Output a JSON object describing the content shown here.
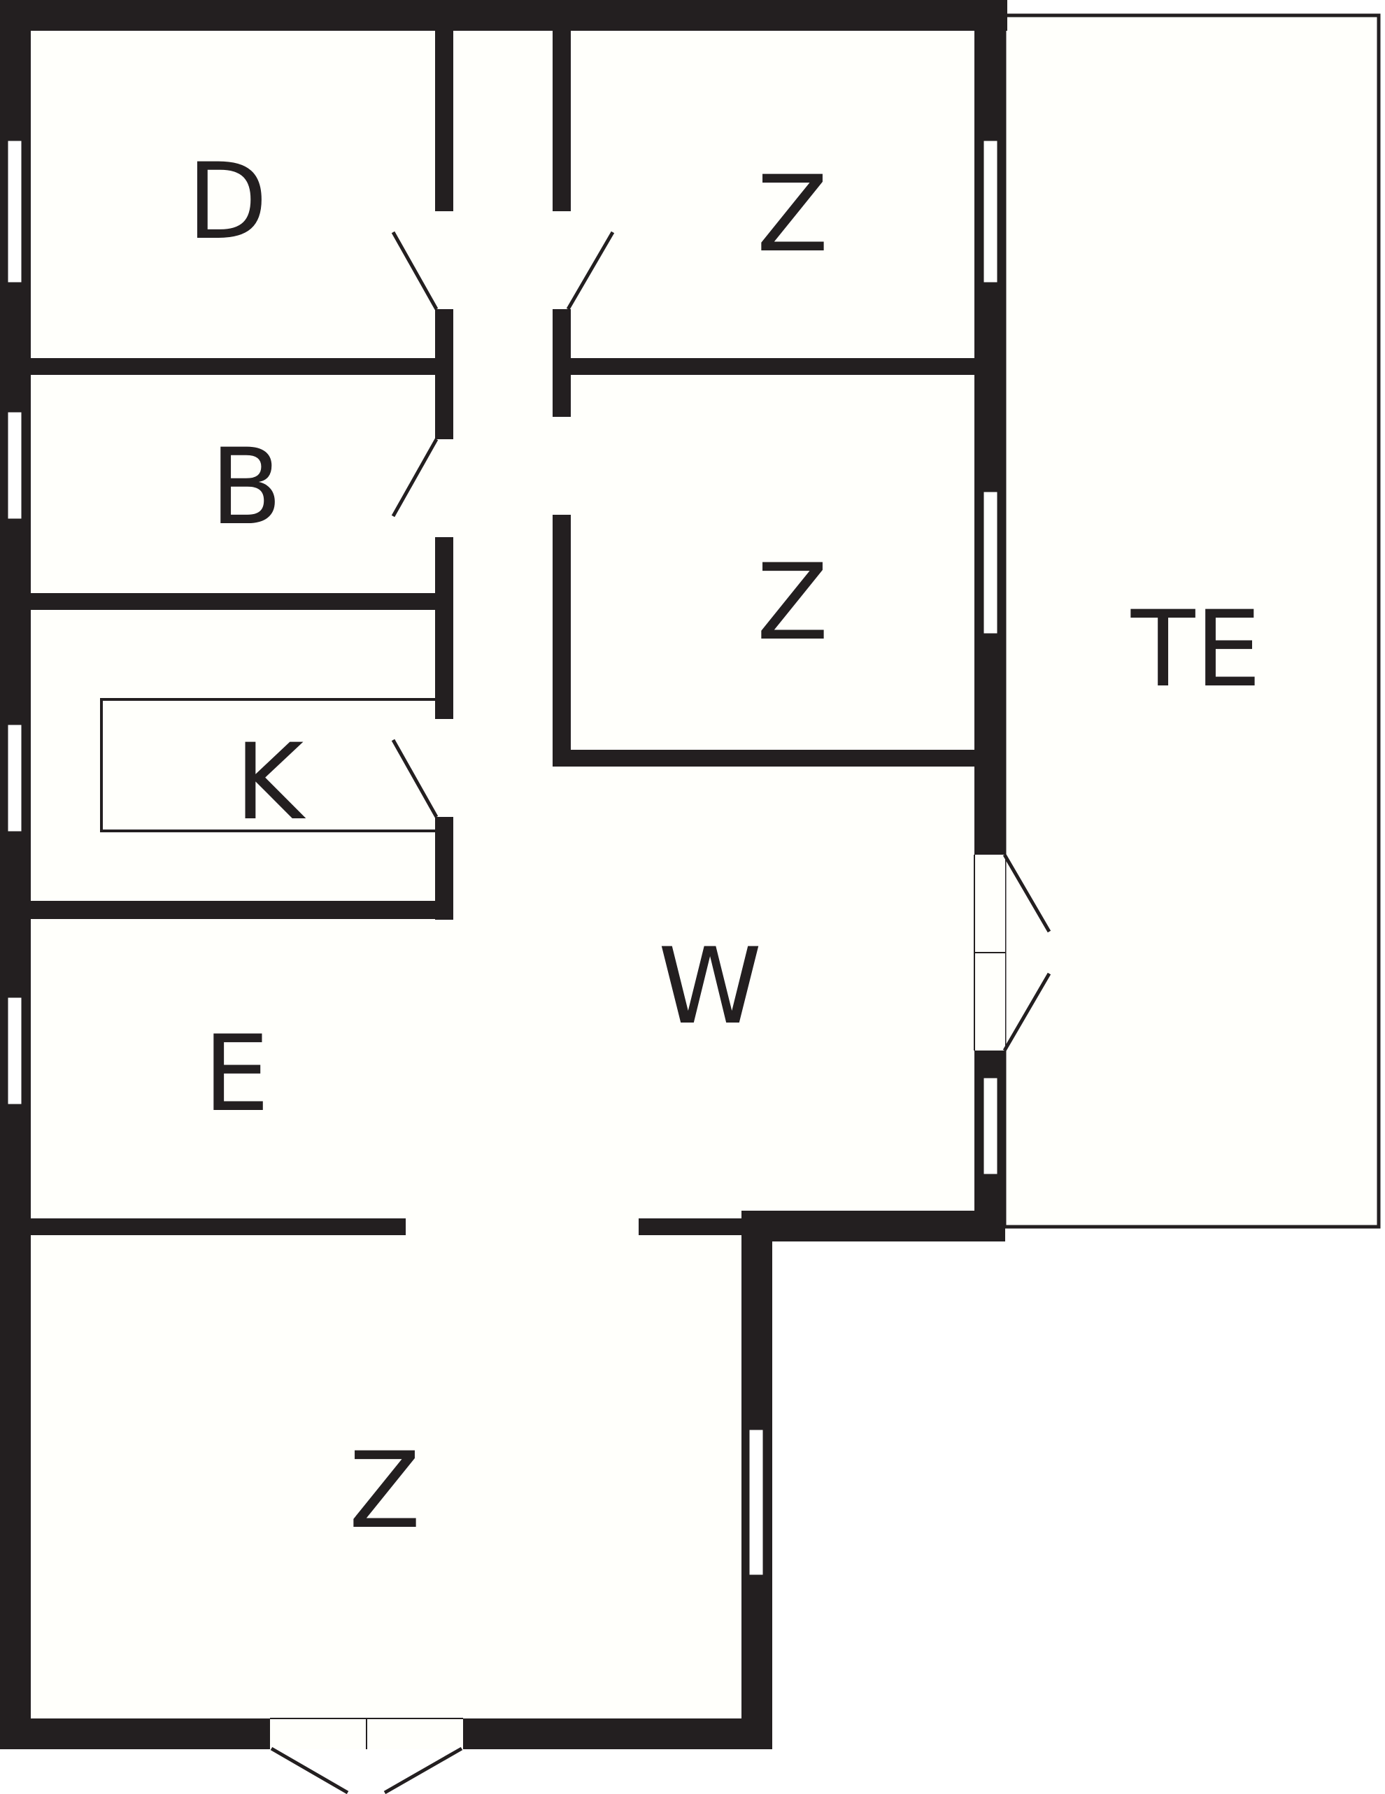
{
  "colors": {
    "wall": "#231f20",
    "floor": "#fffffb",
    "background": "#ffffff"
  },
  "rooms": {
    "d": "D",
    "b": "B",
    "k": "K",
    "e": "E",
    "z_top": "Z",
    "z_mid": "Z",
    "w": "W",
    "te": "TE",
    "z_bottom": "Z"
  }
}
